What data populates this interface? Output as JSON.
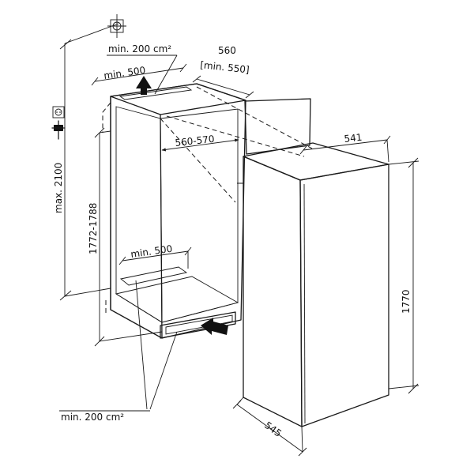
{
  "labels": {
    "top_vent_area": "min. 200 cm²",
    "top_vent_depth": "min. 500",
    "niche_depth": "560",
    "niche_depth_min": "[min. 550]",
    "niche_width": "560-570",
    "niche_height": "1772-1788",
    "bottom_vent_depth": "min. 500",
    "bottom_vent_area": "min. 200 cm²",
    "max_height": "max. 2100",
    "appliance_depth": "541",
    "appliance_height": "1770",
    "appliance_width": "545"
  },
  "colors": {
    "line": "#1a1a1a",
    "niche_fill": "#d9d9d9",
    "door_fill": "#eeeeee",
    "appliance_fill": "#ffffff",
    "vent_fill": "#cfcfcf"
  }
}
